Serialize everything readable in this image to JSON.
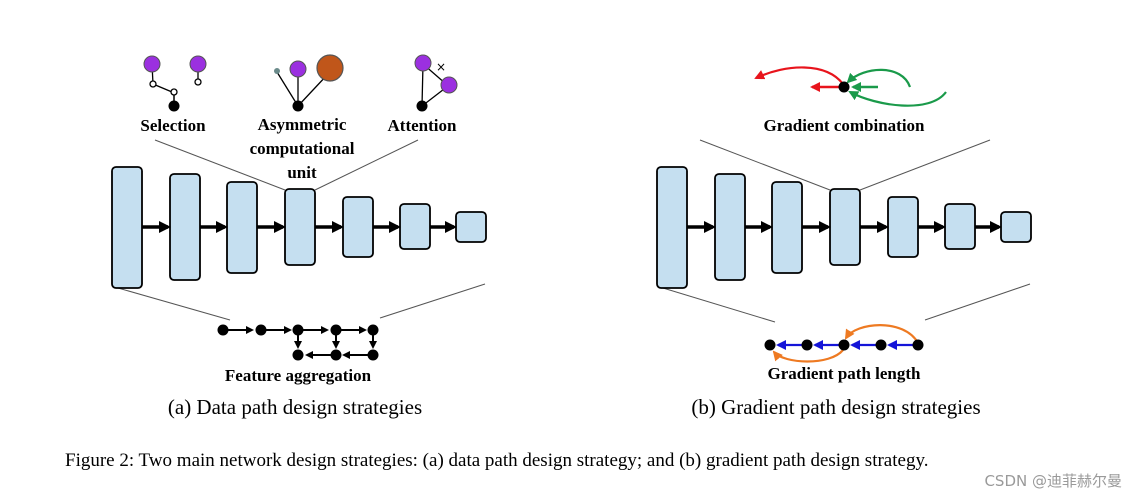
{
  "panel_a": {
    "label_selection": "Selection",
    "label_asym_line1": "Asymmetric",
    "label_asym_line2": "computational",
    "label_asym_line3": "unit",
    "label_attention": "Attention",
    "label_feature": "Feature aggregation",
    "caption": "(a) Data path design strategies"
  },
  "panel_b": {
    "label_grad_comb": "Gradient combination",
    "label_grad_path": "Gradient path length",
    "caption": "(b) Gradient path design strategies"
  },
  "figure_caption": "Figure 2: Two main network design strategies: (a) data path design strategy; and (b) gradient path design strategy.",
  "watermark": "CSDN @迪菲赫尔曼",
  "colors": {
    "block_fill": "#c5dff0",
    "purple_node": "#9b30e0",
    "brown_node": "#c0561a",
    "red_arrow": "#e8141c",
    "green_arrow": "#1a9a4a",
    "blue_arrow": "#1414d8",
    "orange_arrow": "#ee7a22"
  }
}
